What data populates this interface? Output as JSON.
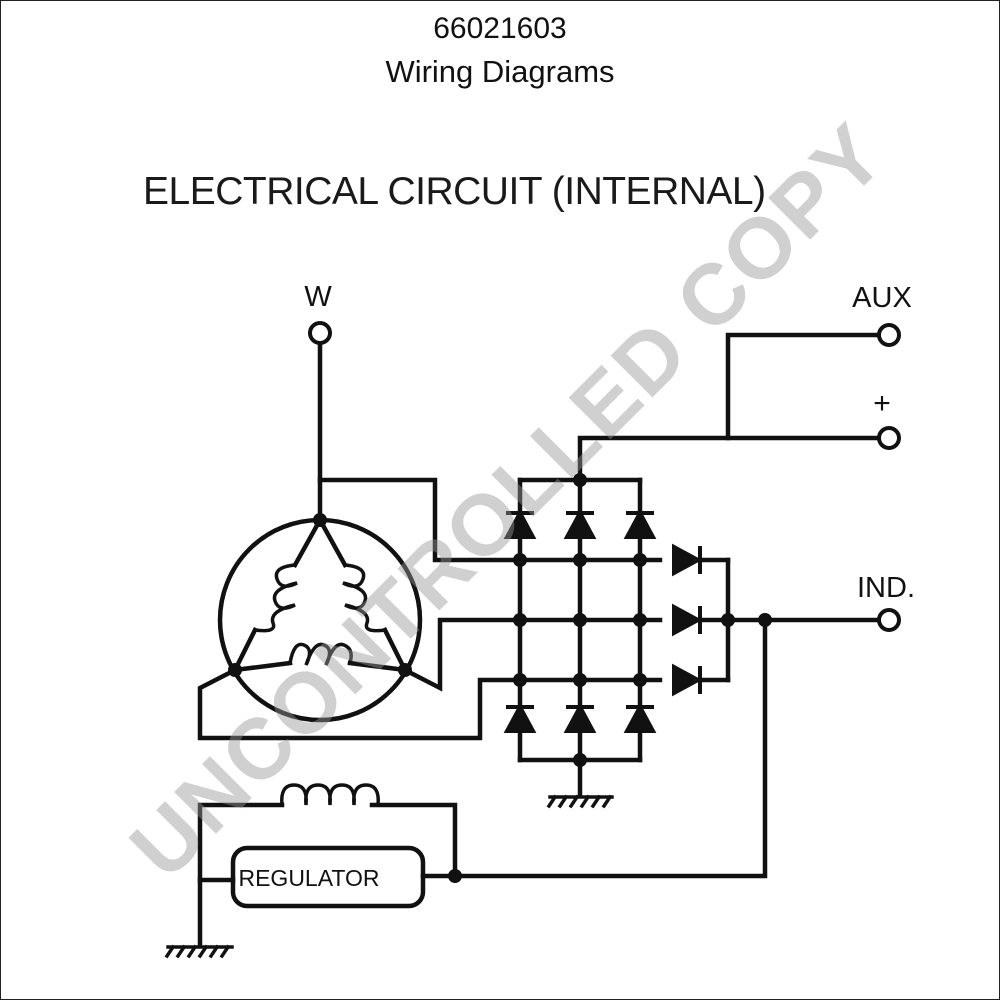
{
  "header": {
    "doc_number": "66021603",
    "doc_title": "Wiring Diagrams"
  },
  "diagram": {
    "title": "ELECTRICAL CIRCUIT (INTERNAL)",
    "terminals": {
      "w": "W",
      "aux": "AUX",
      "plus": "+",
      "ind": "IND."
    },
    "regulator_label": "REGULATOR"
  },
  "watermark": "UNCONTROLLED COPY",
  "colors": {
    "line": "#111111",
    "background": "#ffffff",
    "watermark": "#969696"
  }
}
